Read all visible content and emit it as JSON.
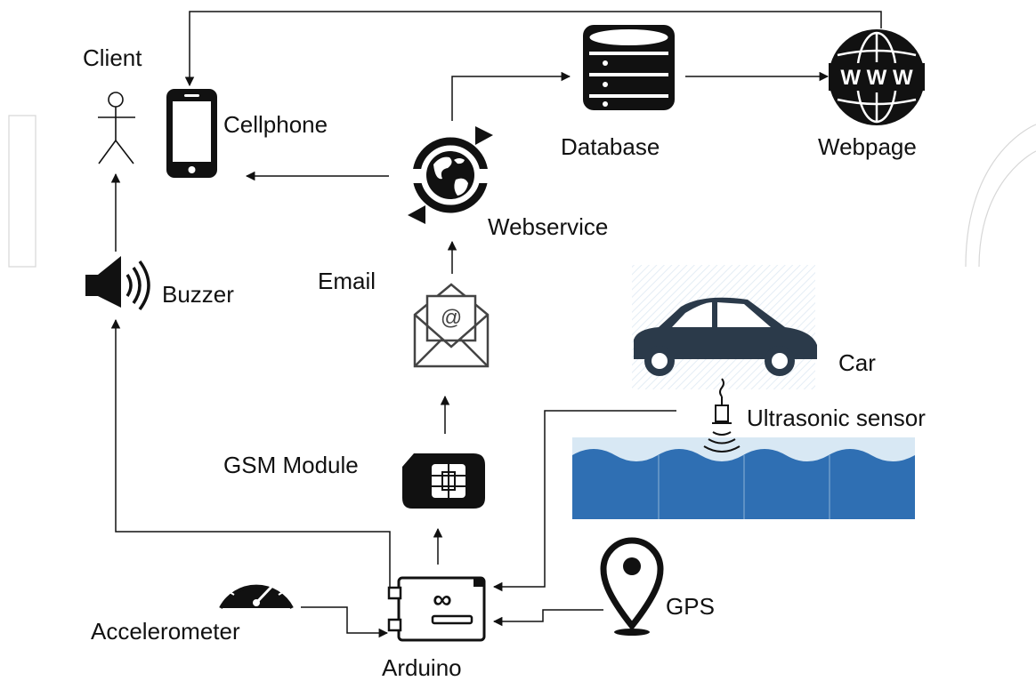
{
  "labels": {
    "client": "Client",
    "cellphone": "Cellphone",
    "database": "Database",
    "webpage": "Webpage",
    "webservice": "Webservice",
    "email": "Email",
    "buzzer": "Buzzer",
    "car": "Car",
    "ultrasonic_sensor": "Ultrasonic sensor",
    "gsm_module": "GSM Module",
    "accelerometer": "Accelerometer",
    "gps": "GPS",
    "arduino": "Arduino"
  },
  "icons": {
    "email_symbol": "@",
    "www_text": "W W W",
    "arduino_symbol": "∞"
  },
  "colors": {
    "stroke": "#111111",
    "water": "#2f6fb3",
    "water_light": "#d8e8f4",
    "car": "#2b3a4a"
  }
}
